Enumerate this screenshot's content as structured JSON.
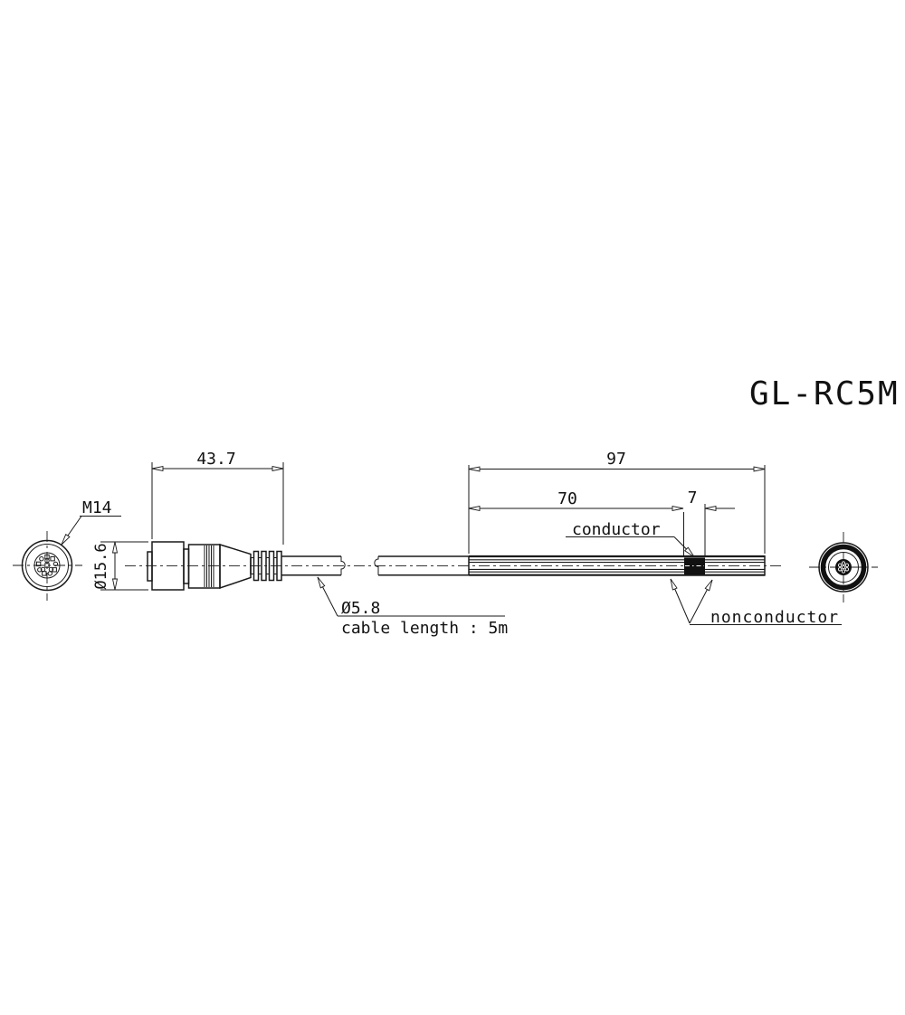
{
  "title": "GL-RC5M",
  "colors": {
    "line": "#1a1a1a",
    "background": "#ffffff"
  },
  "front_view": {
    "thread_label": "M14"
  },
  "side_view": {
    "dimensions": {
      "connector_diameter": "Ø15.6",
      "connector_length": "43.7",
      "stripped_total": "97",
      "jacket_strip": "70",
      "conductor_length": "7",
      "cable_diameter": "Ø5.8"
    },
    "annotations": {
      "conductor": "conductor",
      "nonconductor": "nonconductor",
      "cable_length": "cable length : 5m"
    }
  }
}
